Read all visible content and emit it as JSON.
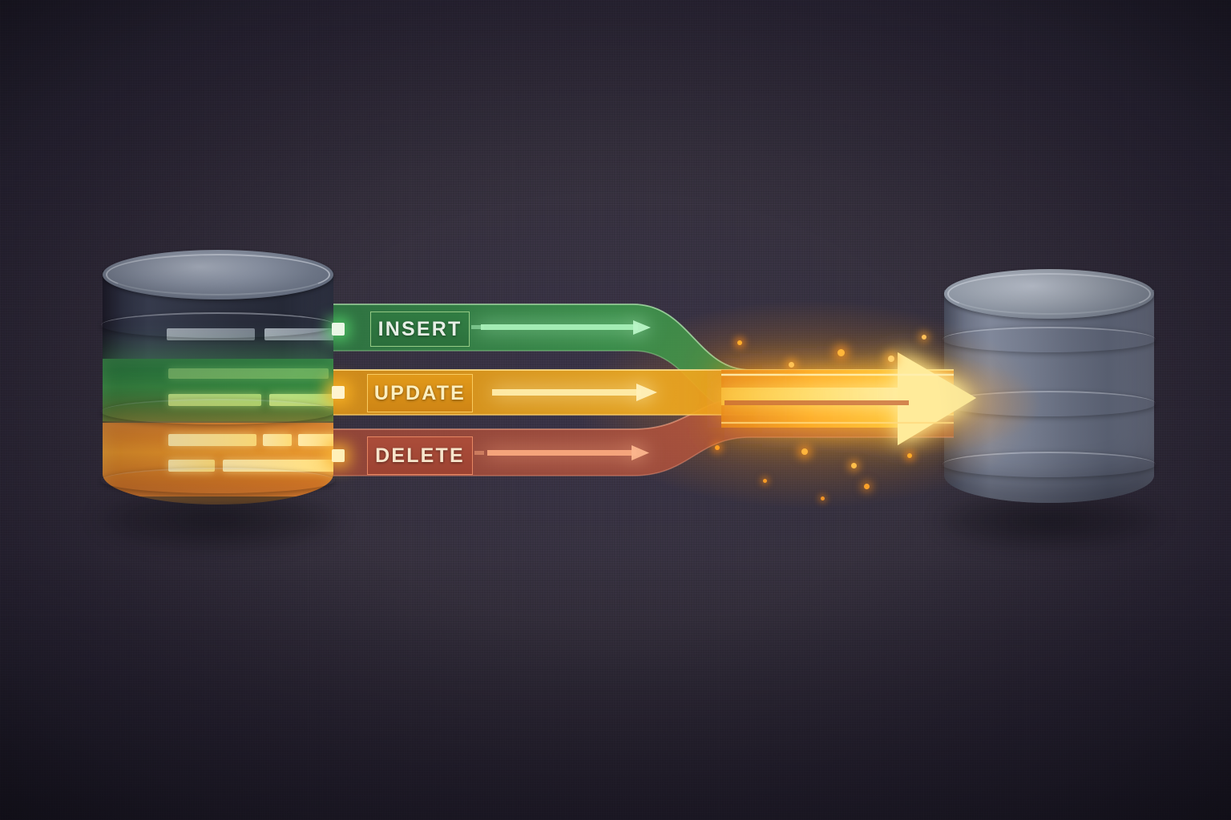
{
  "scene": {
    "title": "Database change-replication flow",
    "background_color": "#363044",
    "vignette_color": "#1f1c2c"
  },
  "source_database": {
    "name": "source-database",
    "label": "",
    "body_color": "#2f3342",
    "top_color": "#99a2b2",
    "bands": [
      {
        "name": "grey-rows-top",
        "color": "#c4cbd6",
        "glow": false
      },
      {
        "name": "insert-rows",
        "color": "#3a9a4a",
        "glow": true
      },
      {
        "name": "update-rows",
        "color": "#ec9628",
        "glow": true
      },
      {
        "name": "delete-rows",
        "color": "#a8b0bd",
        "glow": false
      }
    ]
  },
  "target_database": {
    "name": "target-database",
    "label": "",
    "body_color": "#7d8598",
    "top_color": "#b4bcc8",
    "band_count": 4
  },
  "lanes": [
    {
      "id": "insert",
      "label": "INSERT",
      "color": "#3a9a4a",
      "accent_color": "#8fe8a0",
      "led_color": "#eaf7e6",
      "arrow": "right-arrow-icon",
      "order": 1
    },
    {
      "id": "update",
      "label": "UPDATE",
      "color": "#e29a1a",
      "accent_color": "#ffe68c",
      "led_color": "#fff4cf",
      "arrow": "right-arrow-icon",
      "order": 2
    },
    {
      "id": "delete",
      "label": "DELETE",
      "color": "#b04e3a",
      "accent_color": "#f79a72",
      "led_color": "#fff0b8",
      "arrow": "right-arrow-icon",
      "order": 3
    }
  ],
  "merged_stream": {
    "name": "merged-stream",
    "color": "#ffb72e",
    "core_color": "#ffe98a",
    "arrow": "right-arrow-icon",
    "glow_color": "#ff9a1f"
  }
}
